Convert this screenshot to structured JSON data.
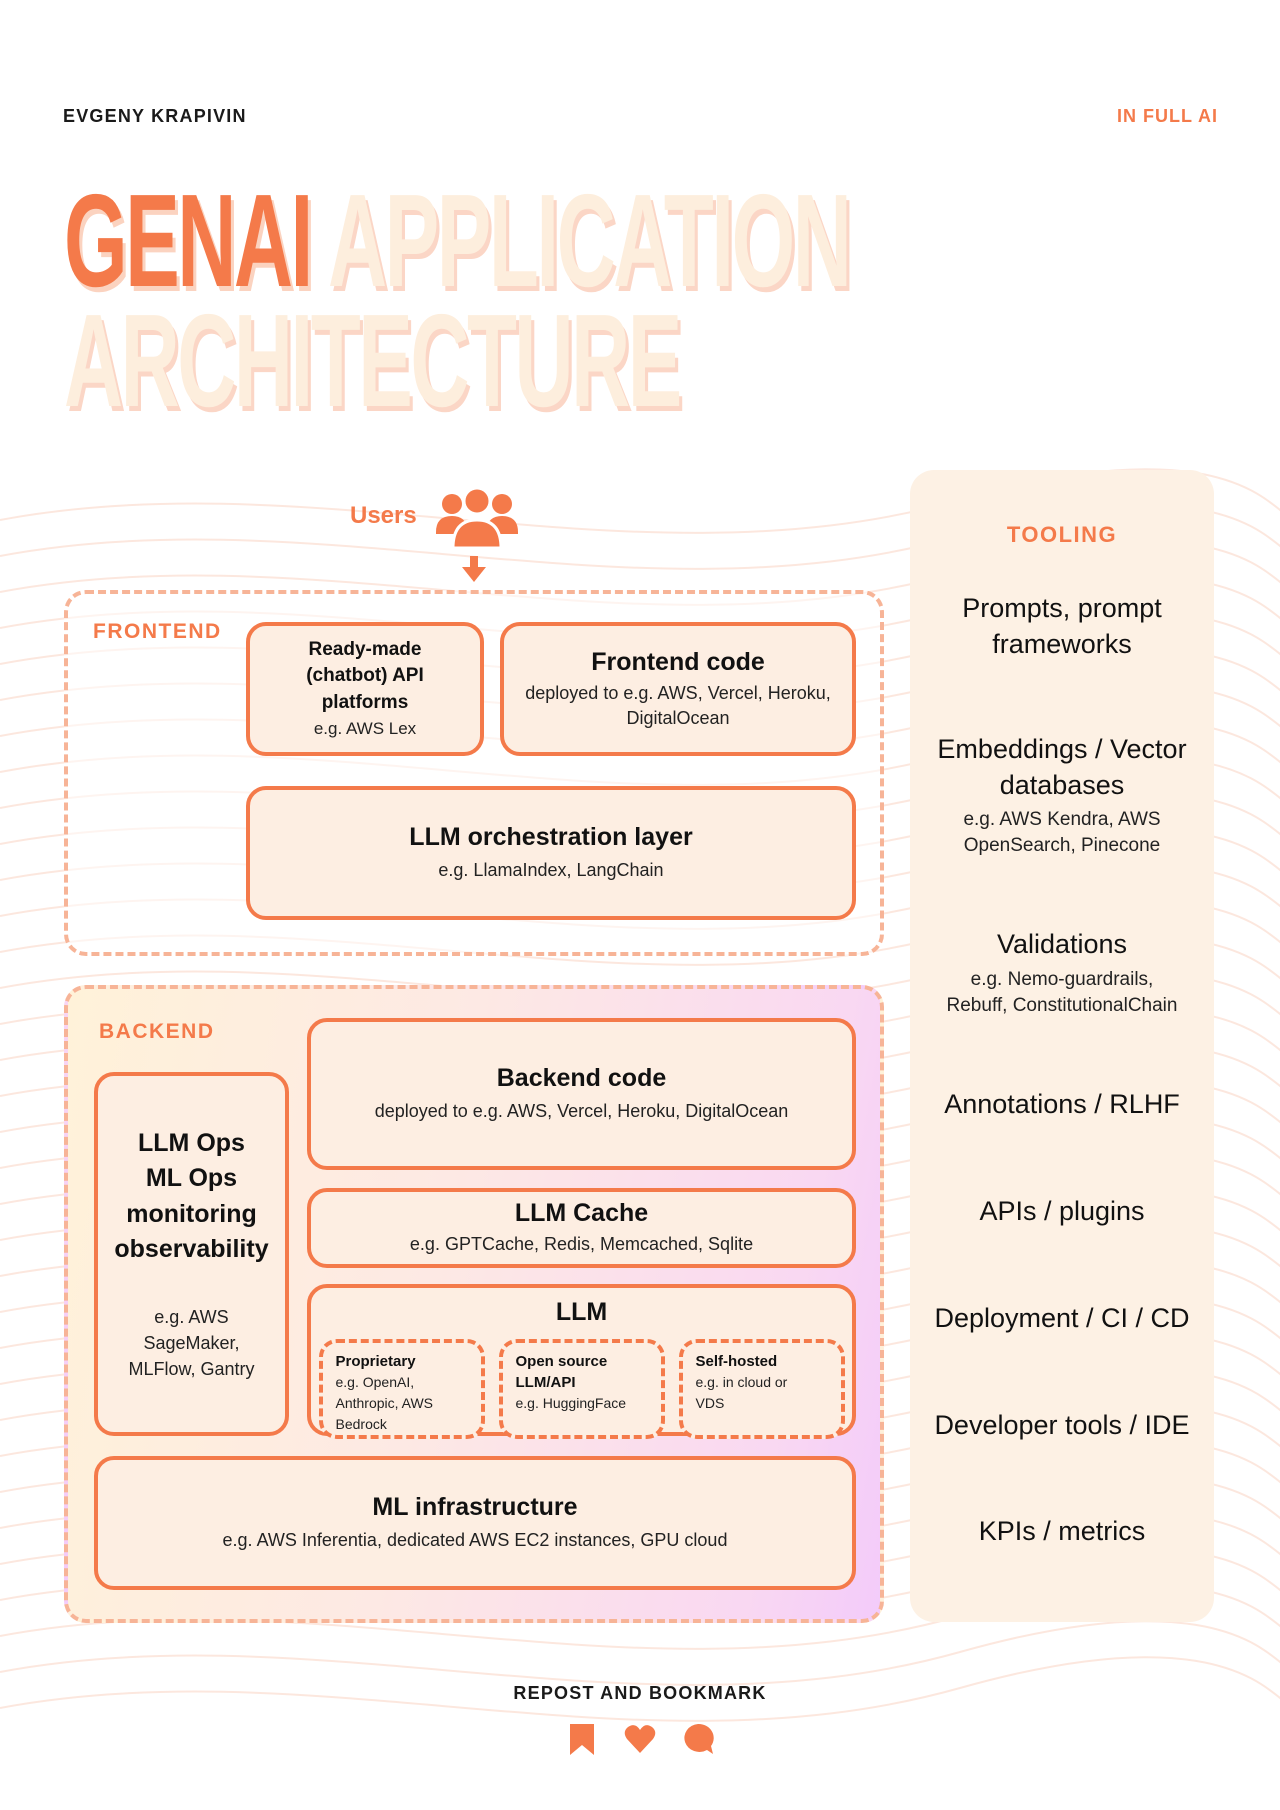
{
  "header": {
    "author": "EVGENY KRAPIVIN",
    "brand": "IN FULL AI"
  },
  "title": {
    "accent_word": "GENAI",
    "rest_line1": "APPLICATION",
    "line2": "ARCHITECTURE"
  },
  "colors": {
    "accent": "#f47a4a",
    "box_fill": "#fdeee2",
    "zone_border": "#f7b497",
    "tooling_bg": "#fdf1e4",
    "title_pale": "#fdeedd"
  },
  "users": {
    "label": "Users",
    "icon": "users-group-icon"
  },
  "frontend": {
    "label": "FRONTEND",
    "readymade": {
      "title_lines": [
        "Ready-made",
        "(chatbot) API",
        "platforms"
      ],
      "sub": "e.g. AWS Lex"
    },
    "frontend_code": {
      "title": "Frontend code",
      "sub_lines": [
        "deployed to e.g. AWS, Vercel, Heroku,",
        "DigitalOcean"
      ]
    },
    "orchestration": {
      "title": "LLM orchestration layer",
      "sub": "e.g. LlamaIndex, LangChain"
    }
  },
  "backend": {
    "label": "BACKEND",
    "backend_code": {
      "title": "Backend code",
      "sub": "deployed to e.g. AWS, Vercel, Heroku, DigitalOcean"
    },
    "cache": {
      "title": "LLM Cache",
      "sub": "e.g. GPTCache, Redis, Memcached, Sqlite"
    },
    "llm": {
      "title": "LLM",
      "options": [
        {
          "title_lines": [
            "Proprietary"
          ],
          "sub_lines": [
            "e.g. OpenAI,",
            "Anthropic, AWS",
            "Bedrock"
          ]
        },
        {
          "title_lines": [
            "Open source",
            "LLM/API"
          ],
          "sub_lines": [
            "e.g. HuggingFace"
          ]
        },
        {
          "title_lines": [
            "Self-hosted"
          ],
          "sub_lines": [
            "e.g. in cloud or",
            "VDS"
          ]
        }
      ]
    },
    "llmops": {
      "title_lines": [
        "LLM Ops",
        "ML Ops",
        "monitoring",
        "observability"
      ],
      "sub_lines": [
        "e.g. AWS",
        "SageMaker,",
        "MLFlow, Gantry"
      ]
    },
    "ml_infra": {
      "title": "ML infrastructure",
      "sub": "e.g. AWS Inferentia, dedicated AWS EC2 instances, GPU cloud"
    }
  },
  "tooling": {
    "label": "TOOLING",
    "items": [
      {
        "title_lines": [
          "Prompts, prompt",
          "frameworks"
        ],
        "sub_lines": []
      },
      {
        "title_lines": [
          "Embeddings / Vector",
          "databases"
        ],
        "sub_lines": [
          "e.g. AWS Kendra, AWS",
          "OpenSearch, Pinecone"
        ]
      },
      {
        "title_lines": [
          "Validations"
        ],
        "sub_lines": [
          "e.g. Nemo-guardrails,",
          "Rebuff, ConstitutionalChain"
        ]
      },
      {
        "title_lines": [
          "Annotations / RLHF"
        ],
        "sub_lines": []
      },
      {
        "title_lines": [
          "APIs / plugins"
        ],
        "sub_lines": []
      },
      {
        "title_lines": [
          "Deployment / CI / CD"
        ],
        "sub_lines": []
      },
      {
        "title_lines": [
          "Developer tools / IDE"
        ],
        "sub_lines": []
      },
      {
        "title_lines": [
          "KPIs / metrics"
        ],
        "sub_lines": []
      }
    ]
  },
  "footer": {
    "cta": "REPOST AND BOOKMARK",
    "icons": [
      "bookmark-icon",
      "heart-icon",
      "comment-icon"
    ]
  }
}
